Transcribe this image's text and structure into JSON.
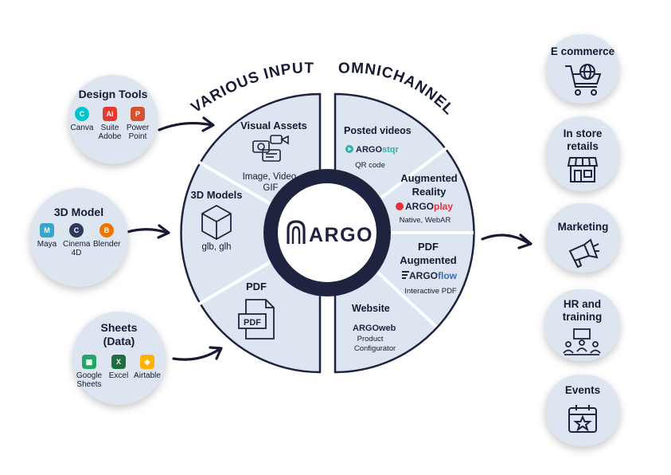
{
  "headings": {
    "left": "VARIOUS INPUT",
    "right": "OMNICHANNEL"
  },
  "center_logo": {
    "text": "ARGO"
  },
  "inputs": [
    {
      "title": "Design Tools",
      "apps": [
        {
          "label": "Canva",
          "icon": "canva-icon",
          "color": "#00c4cc"
        },
        {
          "label": "Suite Adobe",
          "icon": "adobe-icon",
          "color": "#e23b2e"
        },
        {
          "label": "Power Point",
          "icon": "powerpoint-icon",
          "color": "#d35230"
        }
      ]
    },
    {
      "title": "3D Model",
      "apps": [
        {
          "label": "Maya",
          "icon": "maya-icon",
          "color": "#37a5cc"
        },
        {
          "label": "Cinema 4D",
          "icon": "cinema4d-icon",
          "color": "#2d3a5a"
        },
        {
          "label": "Blender",
          "icon": "blender-icon",
          "color": "#ea7600"
        }
      ]
    },
    {
      "title": "Sheets (Data)",
      "apps": [
        {
          "label": "Google Sheets",
          "icon": "google-sheets-icon",
          "color": "#23a566"
        },
        {
          "label": "Excel",
          "icon": "excel-icon",
          "color": "#1d6f42"
        },
        {
          "label": "Airtable",
          "icon": "airtable-icon",
          "color": "#fcb400"
        }
      ]
    }
  ],
  "left_sections": [
    {
      "title": "Visual Assets",
      "subtitle_1": "Image, Video,",
      "subtitle_2": "GIF",
      "icon": "camera-icon"
    },
    {
      "title": "3D Models",
      "subtitle": "glb, glh",
      "icon": "cube-icon"
    },
    {
      "title": "PDF",
      "icon_text": "PDF",
      "icon": "pdf-file-icon"
    }
  ],
  "right_sections": [
    {
      "title": "Posted videos",
      "brand_a": "ARGO",
      "brand_b": "stqr",
      "subtitle": "QR code"
    },
    {
      "title_1": "Augmented",
      "title_2": "Reality",
      "brand_a": "ARGO",
      "brand_b": "play",
      "subtitle": "Native, WebAR"
    },
    {
      "title_1": "PDF",
      "title_2": "Augmented",
      "brand_a": "ARGO",
      "brand_b": "flow",
      "subtitle": "Interactive PDF"
    },
    {
      "title": "Website",
      "brand_a": "ARGO",
      "brand_b": "web",
      "subtitle_1": "Product",
      "subtitle_2": "Configurator"
    }
  ],
  "outputs": [
    {
      "title_1": "E commerce",
      "title_2": "",
      "icon": "shopping-cart-icon"
    },
    {
      "title_1": "In store",
      "title_2": "retails",
      "icon": "storefront-icon"
    },
    {
      "title_1": "Marketing",
      "title_2": "",
      "icon": "megaphone-icon"
    },
    {
      "title_1": "HR and",
      "title_2": "training",
      "icon": "training-icon"
    },
    {
      "title_1": "Events",
      "title_2": "",
      "icon": "calendar-star-icon"
    }
  ],
  "colors": {
    "navy": "#1e2340",
    "panel": "#dde5f1",
    "play_red": "#e6313b",
    "stqr_teal": "#2bb3a8"
  }
}
